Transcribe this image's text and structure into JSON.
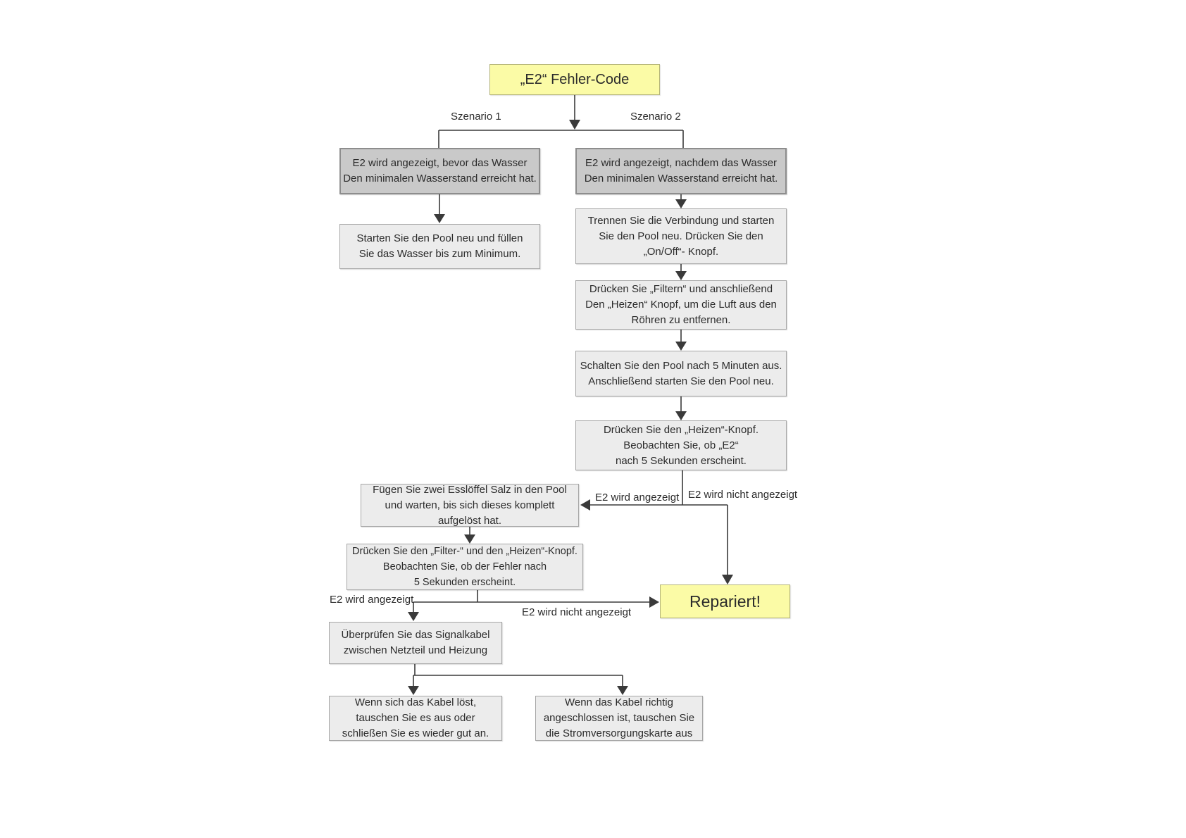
{
  "colors": {
    "background": "#ffffff",
    "highlight_fill": "#fbfba6",
    "highlight_border": "#b3b379",
    "condition_fill": "#c9c9c9",
    "condition_border": "#8d8d8d",
    "step_fill": "#ececec",
    "step_border": "#a6a6a6",
    "connector": "#3a3a3a",
    "text": "#2b2b2b"
  },
  "title": "„E2“ Fehler-Code",
  "scenario_labels": {
    "left": "Szenario 1",
    "right": "Szenario 2"
  },
  "scenario1": {
    "condition": "E2 wird angezeigt, bevor das Wasser\nDen minimalen Wasserstand erreicht hat.",
    "step1": "Starten Sie den Pool neu und füllen\nSie das Wasser bis zum Minimum."
  },
  "scenario2": {
    "condition": "E2 wird angezeigt, nachdem das Wasser\nDen minimalen Wasserstand erreicht hat.",
    "step1": "Trennen Sie die Verbindung und starten\nSie den Pool neu. Drücken Sie den\n„On/Off“- Knopf.",
    "step2": "Drücken Sie „Filtern“ und anschließend\nDen „Heizen“ Knopf, um die Luft aus den\nRöhren zu entfernen.",
    "step3": "Schalten Sie den Pool nach 5 Minuten aus.\nAnschließend starten Sie den Pool neu.",
    "step4": "Drücken Sie den „Heizen“-Knopf.\nBeobachten Sie, ob „E2“\nnach 5 Sekunden erscheint."
  },
  "branch1": {
    "shown": "E2 wird angezeigt",
    "not_shown": "E2 wird nicht angezeigt"
  },
  "salt_step": "Fügen Sie zwei Esslöffel Salz in den Pool\nund warten, bis sich dieses komplett\naufgelöst hat.",
  "filter_step": "Drücken Sie den „Filter-“ und den „Heizen“-Knopf.\nBeobachten Sie, ob der Fehler nach\n5 Sekunden erscheint.",
  "branch2": {
    "shown": "E2 wird angezeigt",
    "not_shown": "E2 wird nicht angezeigt"
  },
  "repaired": "Repariert!",
  "signal_step": "Überprüfen Sie das Signalkabel\nzwischen Netzteil und Heizung",
  "cable_loose": "Wenn sich das Kabel löst,\ntauschen Sie es aus oder\nschließen Sie es wieder gut an.",
  "cable_ok": "Wenn das Kabel richtig\nangeschlossen ist, tauschen Sie\ndie Stromversorgungskarte aus"
}
